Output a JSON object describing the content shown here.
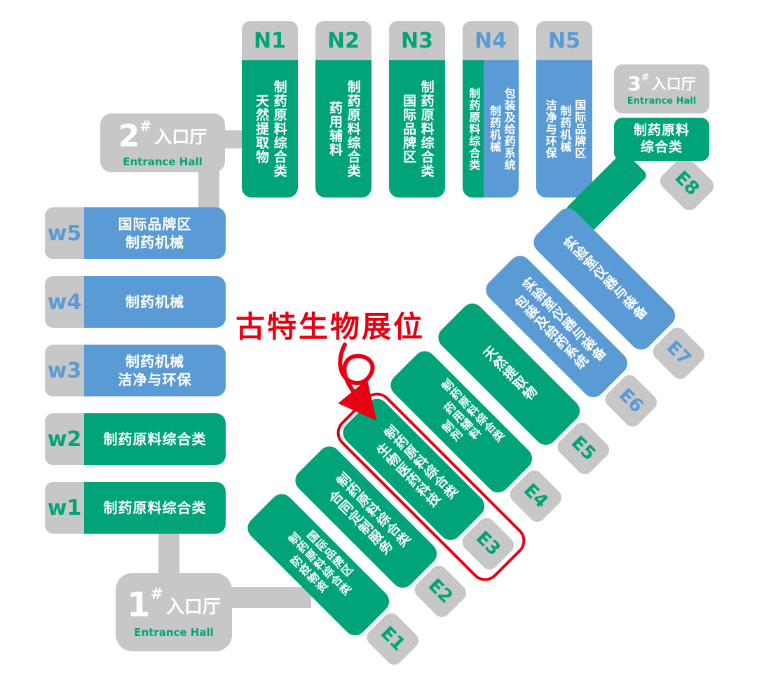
{
  "colors": {
    "green": "#00A478",
    "blue": "#5B9BD5",
    "gray": "#C7C7C7",
    "red": "#E60012"
  },
  "annotation": {
    "text": "古特生物展位"
  },
  "entrances": {
    "hall1": {
      "number": "1",
      "hash": "#",
      "label": "入口厅",
      "sublabel": "Entrance Hall"
    },
    "hall2": {
      "number": "2",
      "hash": "#",
      "label": "入口厅",
      "sublabel": "Entrance Hall"
    },
    "hall3": {
      "number": "3",
      "hash": "#",
      "label": "入口厅",
      "sublabel": "Entrance Hall"
    }
  },
  "north_halls": [
    {
      "id": "N1",
      "lines": [
        "制药原料综合类",
        "天然提取物"
      ]
    },
    {
      "id": "N2",
      "lines": [
        "制药原料综合类",
        "药用辅料"
      ]
    },
    {
      "id": "N3",
      "lines": [
        "制药原料综合类",
        "国际品牌区"
      ]
    },
    {
      "id": "N4",
      "green_lines": [
        "制药原料综合类"
      ],
      "blue_lines": [
        "包装及给药系统",
        "制药机械"
      ]
    },
    {
      "id": "N5",
      "lines": [
        "国际品牌区",
        "制药机械",
        "洁净与环保"
      ]
    }
  ],
  "west_halls": [
    {
      "id": "w5",
      "lines": [
        "国际品牌区",
        "制药机械"
      ]
    },
    {
      "id": "w4",
      "lines": [
        "制药机械"
      ]
    },
    {
      "id": "w3",
      "lines": [
        "制药机械",
        "洁净与环保"
      ]
    },
    {
      "id": "w2",
      "lines": [
        "制药原料综合类"
      ]
    },
    {
      "id": "w1",
      "lines": [
        "制药原料综合类"
      ]
    }
  ],
  "east_halls": [
    {
      "id": "E1",
      "lines": [
        "国际品牌区",
        "制药原料综合类",
        "防疫物资"
      ]
    },
    {
      "id": "E2",
      "lines": [
        "制药原料综合类",
        "合同定制服务"
      ]
    },
    {
      "id": "E3",
      "lines": [
        "制药原料综合类",
        "生物医药科技"
      ]
    },
    {
      "id": "E4",
      "lines": [
        "制药原料综合类",
        "药用辅料",
        "制剂"
      ]
    },
    {
      "id": "E5",
      "lines": [
        "天然提取物"
      ]
    },
    {
      "id": "E6",
      "lines": [
        "实验室仪器与装备",
        "包装及给药系统"
      ]
    },
    {
      "id": "E7",
      "lines": [
        "实验室仪器与装备"
      ]
    },
    {
      "id": "E8",
      "lines": [
        "制药原料",
        "综合类"
      ]
    }
  ]
}
